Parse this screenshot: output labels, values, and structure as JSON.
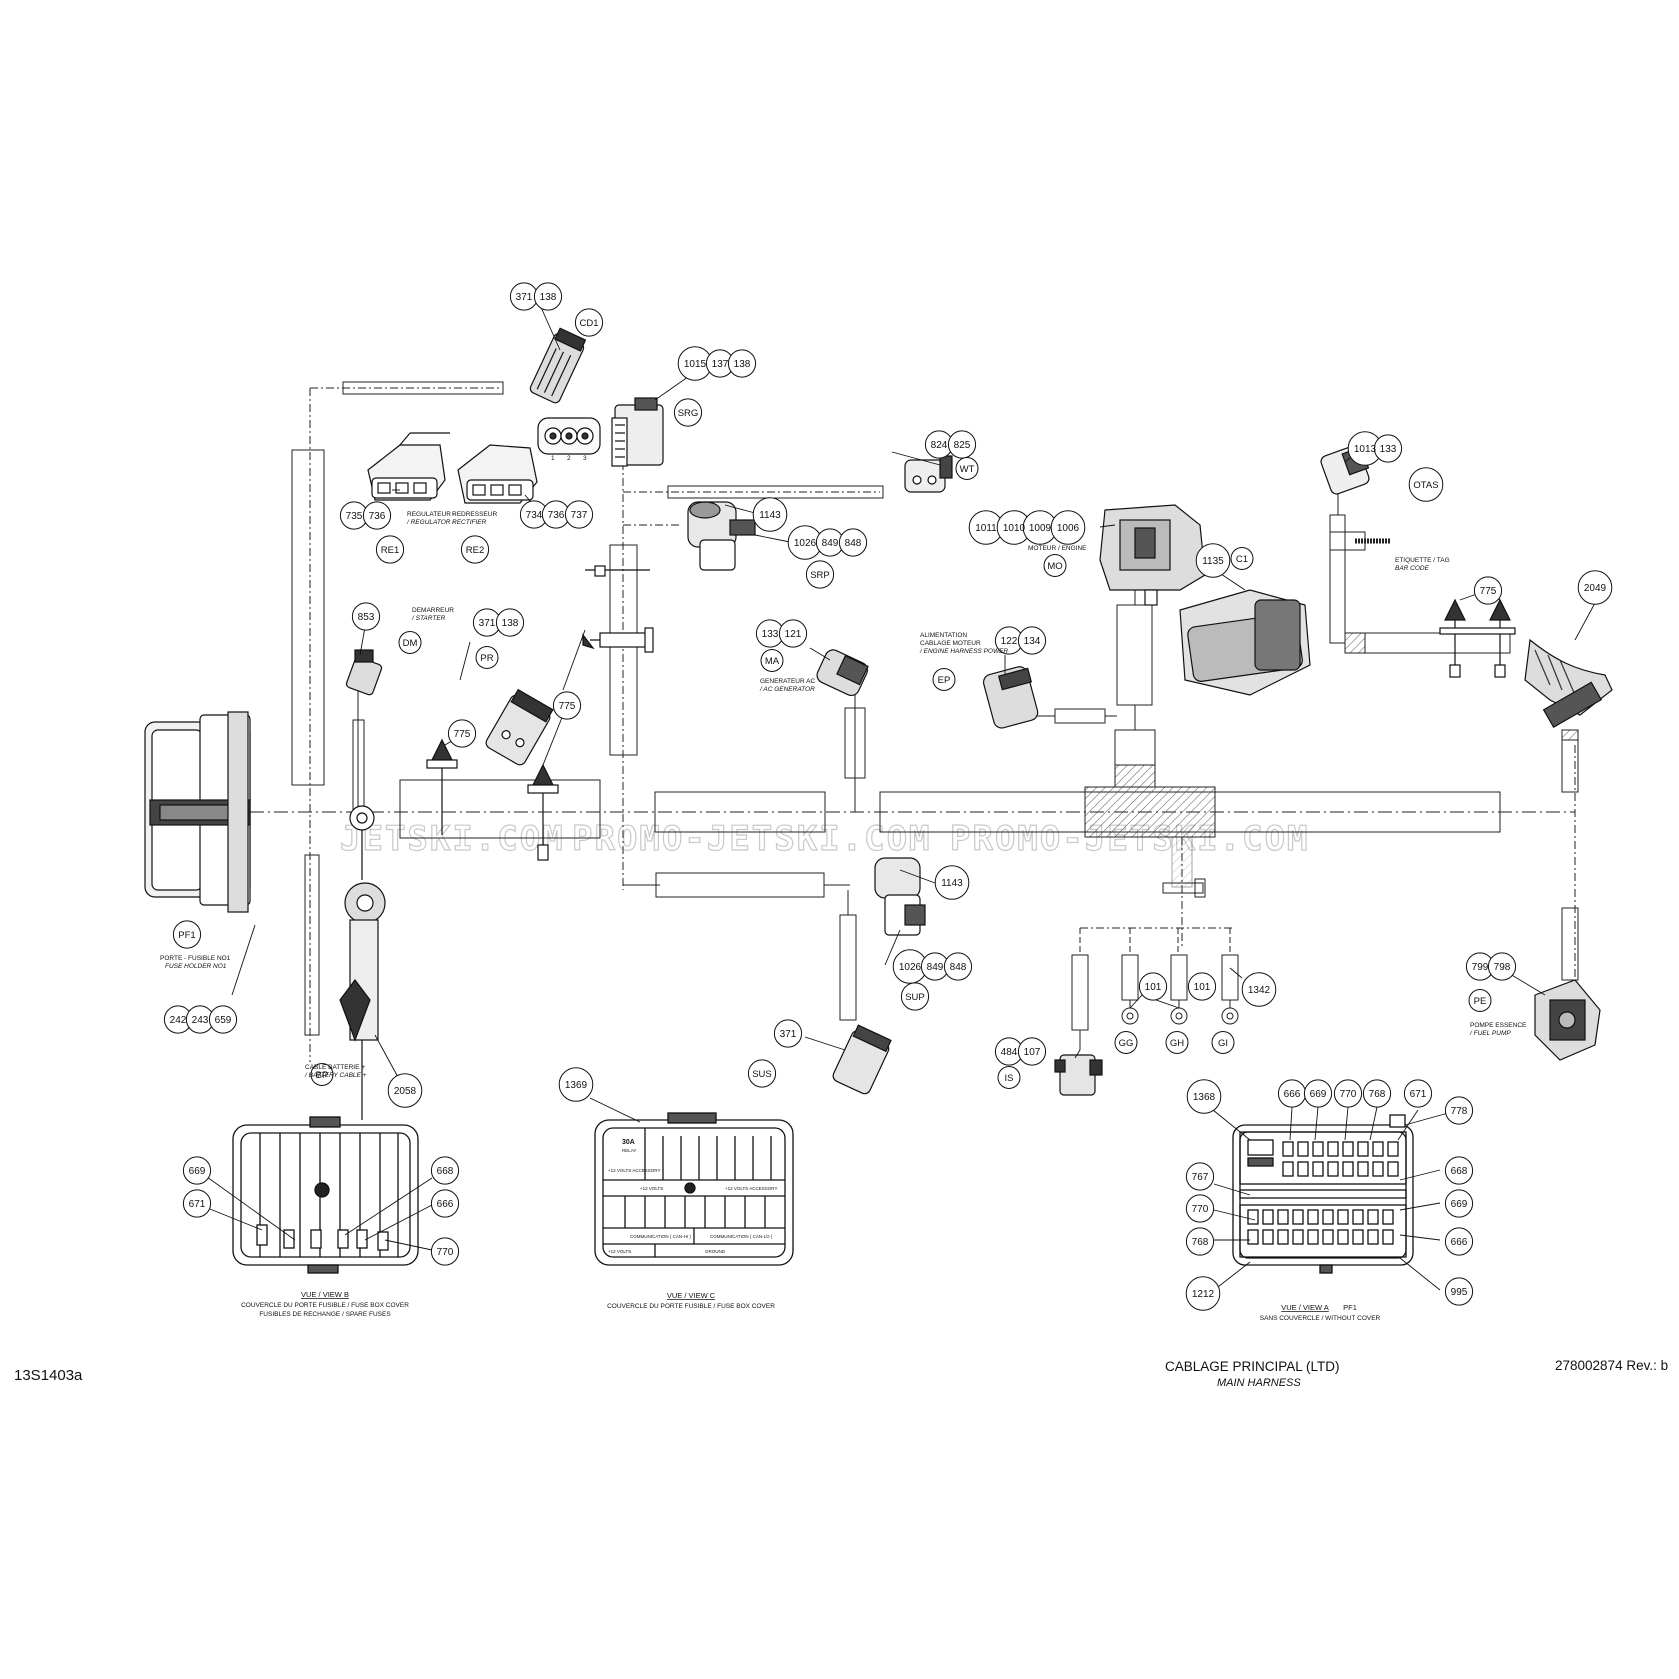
{
  "title_block": {
    "left_code": "13S1403a",
    "title": "CABLAGE PRINCIPAL (LTD)",
    "subtitle": "MAIN HARNESS",
    "part_number": "278002874 Rev.: b"
  },
  "watermarks": [
    "JETSKI.COM",
    "PROMO-JETSKI.COM",
    "PROMO-JETSKI.COM"
  ],
  "callouts": {
    "cd1_a": "371",
    "cd1_b": "138",
    "srg_a": "1015",
    "srg_b": "137",
    "srg_c": "138",
    "wt_a": "824",
    "wt_b": "825",
    "re1_a": "735",
    "re1_b": "736",
    "re2_a": "734",
    "re2_b": "736",
    "re2_c": "737",
    "srp_1143": "1143",
    "srp_a": "1026",
    "srp_b": "849",
    "srp_c": "848",
    "mo_a": "1011",
    "mo_b": "1010",
    "mo_c": "1009",
    "mo_d": "1006",
    "c1_1135": "1135",
    "otas_a": "1013",
    "otas_b": "133",
    "pump_775": "775",
    "boot_2049": "2049",
    "dm_853": "853",
    "pr_a": "371",
    "pr_b": "138",
    "mid_775": "775",
    "left_775": "775",
    "ma_a": "133",
    "ma_b": "121",
    "ep_a": "122",
    "ep_b": "134",
    "sup_1143": "1143",
    "sup_a": "1026",
    "sup_b": "849",
    "sup_c": "848",
    "pf1_a": "242",
    "pf1_b": "243",
    "pf1_c": "659",
    "bp_2058": "2058",
    "sus_371": "371",
    "gg_101": "101",
    "gi_101": "101",
    "g_1342": "1342",
    "is_a": "484",
    "is_b": "107",
    "pe_a": "799",
    "pe_b": "798",
    "vb_669": "669",
    "vb_671": "671",
    "vb_668": "668",
    "vb_666": "666",
    "vb_770": "770",
    "vc_1369": "1369",
    "va_1368": "1368",
    "va_666t": "666",
    "va_669t": "669",
    "va_770t": "770",
    "va_768t": "768",
    "va_671t": "671",
    "va_778": "778",
    "va_767": "767",
    "va_770l": "770",
    "va_768l": "768",
    "va_1212": "1212",
    "va_668": "668",
    "va_669r": "669",
    "va_666r": "666",
    "va_995": "995"
  },
  "codes": {
    "cd1": "CD1",
    "srg": "SRG",
    "wt": "WT",
    "re1": "RE1",
    "re2": "RE2",
    "srp": "SRP",
    "mo": "MO",
    "c1": "C1",
    "otas": "OTAS",
    "dm": "DM",
    "pr": "PR",
    "ma": "MA",
    "ep": "EP",
    "sup": "SUP",
    "pf1": "PF1",
    "bp": "BP",
    "sus": "SUS",
    "gg": "GG",
    "gh": "GH",
    "gi": "GI",
    "is": "IS",
    "pe": "PE"
  },
  "labels": {
    "regulateur_fr": "REGULATEUR -",
    "regulateur_en": "/ REGULATOR -",
    "redresseur_fr": "REDRESSEUR",
    "redresseur_en": "RECTIFIER",
    "demarreur_fr": "DEMARREUR",
    "demarreur_en": "/ STARTER",
    "moteur": "MOTEUR / ENGINE",
    "etiquette_fr": "ETIQUETTE / TAG",
    "etiquette_en": "BAR CODE",
    "alim_fr1": "ALIMENTATION",
    "alim_fr2": "CABLAGE MOTEUR",
    "alim_en": "/ ENGINE HARNESS POWER",
    "gen_fr": "GENERATEUR AC",
    "gen_en": "/ AC GENERATOR",
    "pf1_fr": "PORTE - FUSIBLE NO1",
    "pf1_en": "FUSE HOLDER NO1",
    "batt_fr": "CABLE BATTERIE +",
    "batt_en": "/ BATTERY CABLE +",
    "pompe_fr": "POMPE ESSENCE",
    "pompe_en": "/ FUEL PUMP",
    "pins": [
      "1",
      "2",
      "3"
    ]
  },
  "views": {
    "b_title": "VUE / VIEW B",
    "b_line1": "COUVERCLE DU PORTE FUSIBLE / FUSE BOX COVER",
    "b_line2": "FUSIBLES DE RECHANGE / SPARE FUSES",
    "c_title": "VUE / VIEW C",
    "c_line1": "COUVERCLE DU PORTE FUSIBLE / FUSE BOX COVER",
    "a_title": "VUE / VIEW A",
    "a_tag": "PF1",
    "a_line1": "SANS COUVERCLE / WITHOUT COVER"
  },
  "fuse_cover": {
    "relay": "30A",
    "relay_sub": "RELAY",
    "accessory": "+12 VOLTS ACCESSORY",
    "volts_label": "+12 VOLTS",
    "comm_1": "COMMUNICATION ( CAN-HI )",
    "comm_2": "COMMUNICATION ( CAN-LO )",
    "ground": "GROUND"
  }
}
